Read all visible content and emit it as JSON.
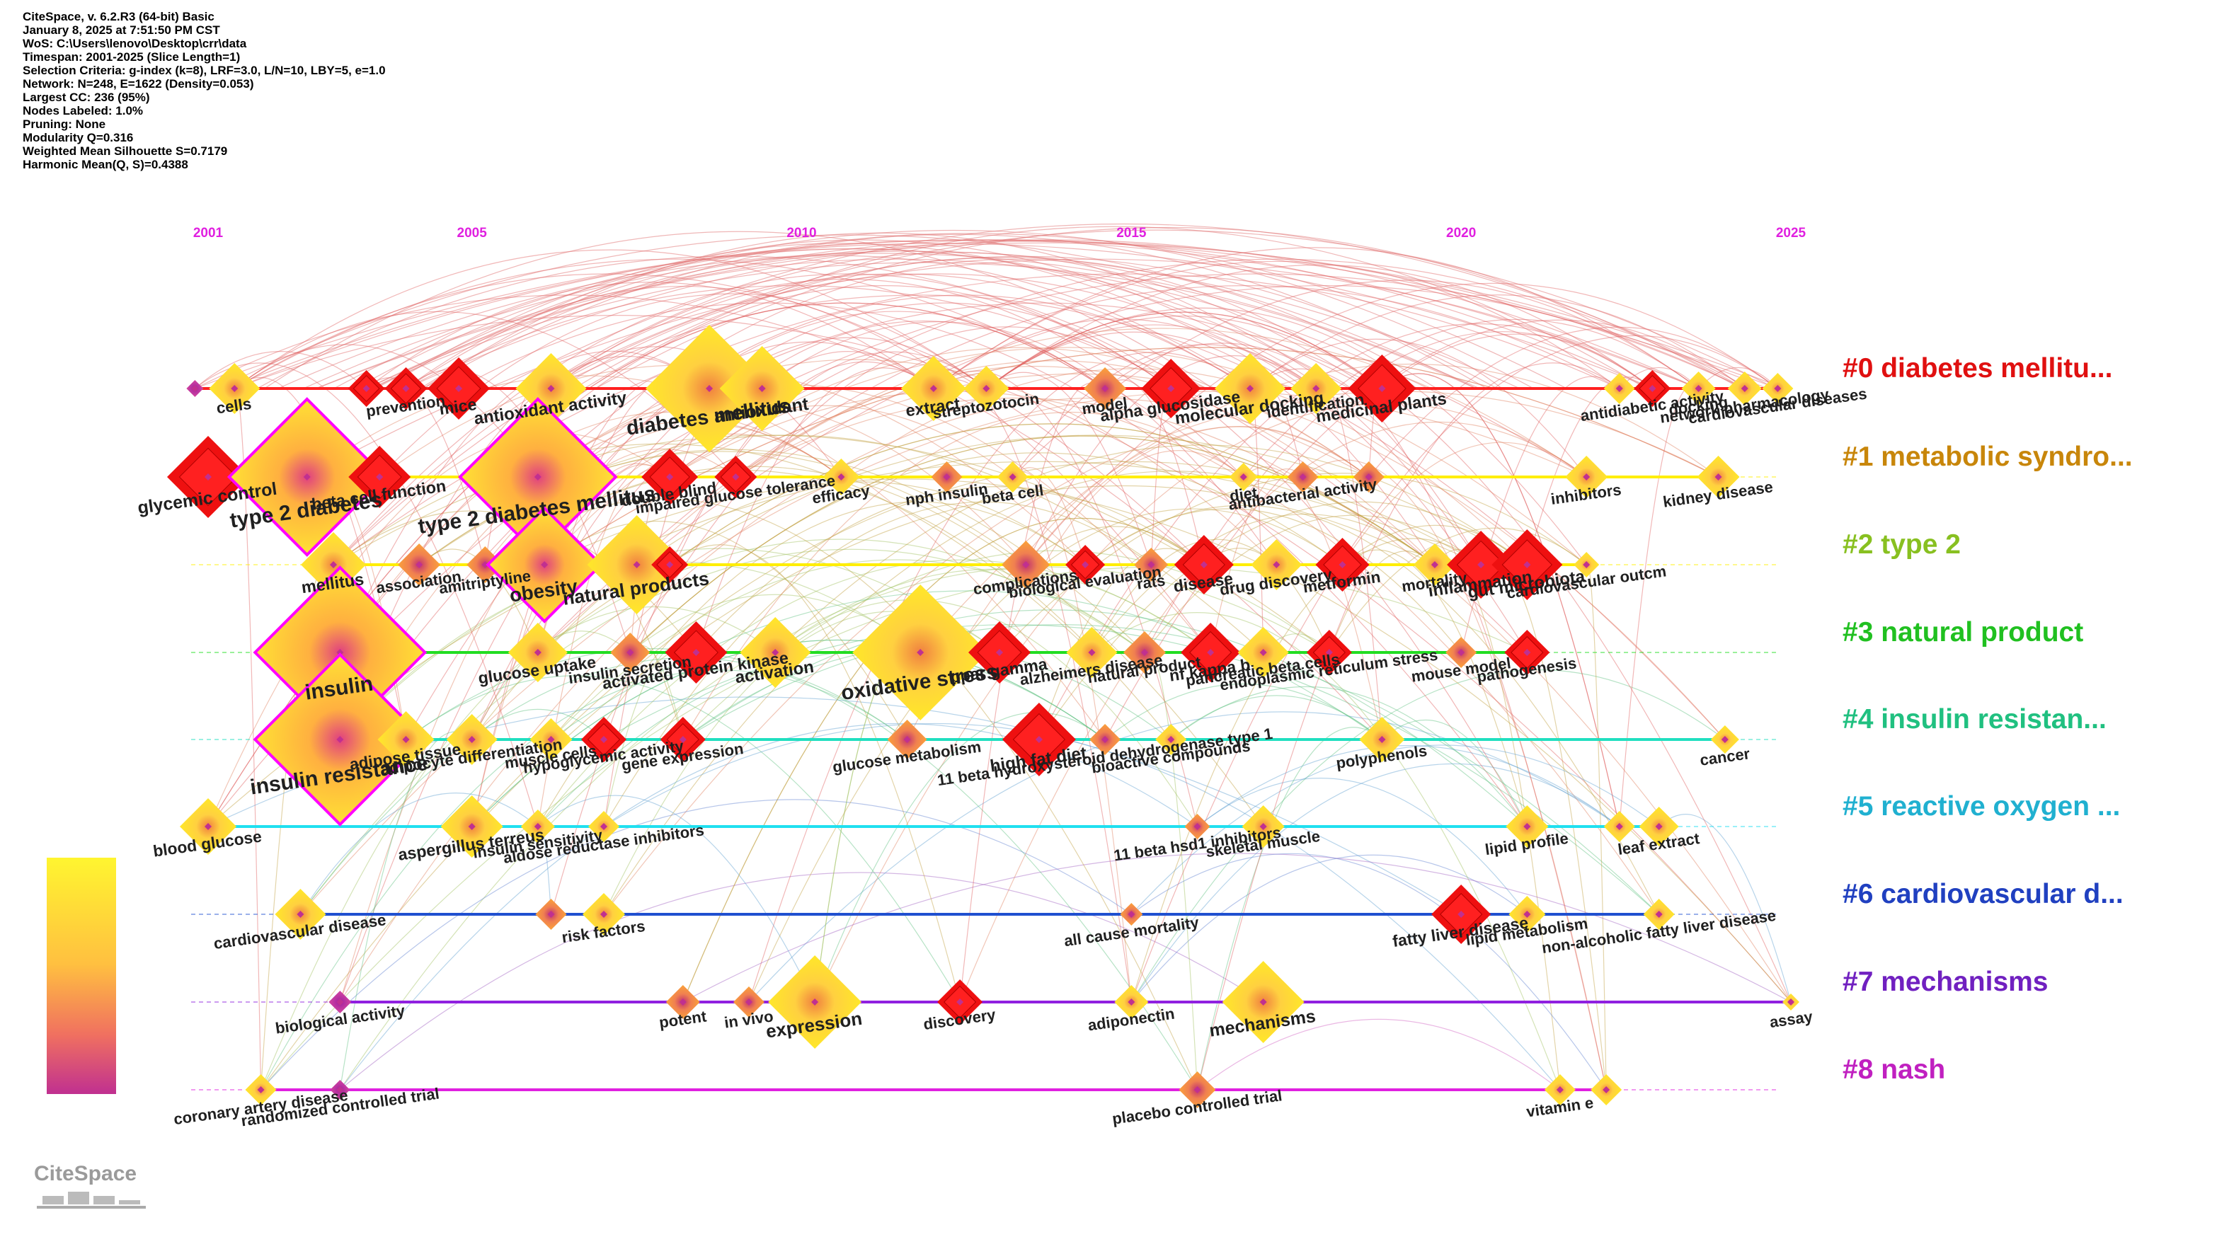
{
  "info_lines": [
    "CiteSpace, v. 6.2.R3 (64-bit) Basic",
    "January 8, 2025 at 7:51:50 PM CST",
    "WoS: C:\\Users\\lenovo\\Desktop\\crr\\data",
    "Timespan: 2001-2025 (Slice Length=1)",
    "Selection Criteria: g-index (k=8), LRF=3.0, L/N=10, LBY=5, e=1.0",
    "Network: N=248, E=1622 (Density=0.053)",
    "Largest CC: 236 (95%)",
    "Nodes Labeled: 1.0%",
    "Pruning: None",
    "Modularity Q=0.316",
    "Weighted Mean Silhouette S=0.7179",
    "Harmonic Mean(Q, S)=0.4388"
  ],
  "years": [
    "2001",
    "2005",
    "2010",
    "2015",
    "2020",
    "2025"
  ],
  "logo_text": "CiteSpace",
  "clusters": [
    {
      "label": "#0 diabetes mellitu...",
      "color": "#e01010",
      "line": "#ff2020"
    },
    {
      "label": "#1 metabolic syndro...",
      "color": "#c8860a",
      "line": "#ffee00"
    },
    {
      "label": "#2 type 2",
      "color": "#88c020",
      "line": "#ffee00"
    },
    {
      "label": "#3 natural product",
      "color": "#20c020",
      "line": "#22dd22"
    },
    {
      "label": "#4 insulin resistan...",
      "color": "#20c080",
      "line": "#20dfc0"
    },
    {
      "label": "#5 reactive oxygen ...",
      "color": "#20b0d0",
      "line": "#20e0f0"
    },
    {
      "label": "#6 cardiovascular d...",
      "color": "#2040c0",
      "line": "#2050d0"
    },
    {
      "label": "#7 mechanisms",
      "color": "#7020c0",
      "line": "#9020e0"
    },
    {
      "label": "#8 nash",
      "color": "#c020c0",
      "line": "#e020e0"
    }
  ],
  "nodes": [
    {
      "c": 0,
      "year": 2001.4,
      "size": 36,
      "label": "cells",
      "color": "yellow"
    },
    {
      "c": 0,
      "year": 2000.8,
      "size": 12,
      "label": "",
      "color": "purple"
    },
    {
      "c": 0,
      "year": 2003.4,
      "size": 26,
      "label": "",
      "color": "red"
    },
    {
      "c": 0,
      "year": 2004.0,
      "size": 30,
      "label": "prevention",
      "color": "red"
    },
    {
      "c": 0,
      "year": 2004.8,
      "size": 44,
      "label": "mice",
      "color": "red"
    },
    {
      "c": 0,
      "year": 2006.2,
      "size": 50,
      "label": "antioxidant activity",
      "color": "yellow"
    },
    {
      "c": 0,
      "year": 2008.6,
      "size": 90,
      "label": "diabetes mellitus",
      "color": "yellow"
    },
    {
      "c": 0,
      "year": 2009.4,
      "size": 60,
      "label": "antioxidant",
      "color": "yellow"
    },
    {
      "c": 0,
      "year": 2012.0,
      "size": 46,
      "label": "extract",
      "color": "yellow"
    },
    {
      "c": 0,
      "year": 2012.8,
      "size": 32,
      "label": "streptozotocin",
      "color": "yellow"
    },
    {
      "c": 0,
      "year": 2014.6,
      "size": 30,
      "label": "model",
      "color": "orange"
    },
    {
      "c": 0,
      "year": 2015.6,
      "size": 42,
      "label": "alpha glucosidase",
      "color": "red"
    },
    {
      "c": 0,
      "year": 2016.8,
      "size": 50,
      "label": "molecular docking",
      "color": "yellow"
    },
    {
      "c": 0,
      "year": 2017.8,
      "size": 36,
      "label": "identification",
      "color": "yellow"
    },
    {
      "c": 0,
      "year": 2018.8,
      "size": 48,
      "label": "medicinal plants",
      "color": "red"
    },
    {
      "c": 0,
      "year": 2022.4,
      "size": 22,
      "label": "",
      "color": "yellow"
    },
    {
      "c": 0,
      "year": 2022.9,
      "size": 26,
      "label": "antidiabetic activity",
      "color": "red"
    },
    {
      "c": 0,
      "year": 2023.6,
      "size": 24,
      "label": "docking",
      "color": "yellow"
    },
    {
      "c": 0,
      "year": 2024.3,
      "size": 24,
      "label": "network pharmacology",
      "color": "yellow"
    },
    {
      "c": 0,
      "year": 2024.8,
      "size": 22,
      "label": "cardiovascular diseases",
      "color": "yellow"
    },
    {
      "c": 1,
      "year": 2001.0,
      "size": 58,
      "label": "glycemic control",
      "color": "red"
    },
    {
      "c": 1,
      "year": 2002.5,
      "size": 110,
      "label": "type 2 diabetes",
      "color": "magenta"
    },
    {
      "c": 1,
      "year": 2003.6,
      "size": 44,
      "label": "beta cell function",
      "color": "red"
    },
    {
      "c": 1,
      "year": 2006.0,
      "size": 110,
      "label": "type 2 diabetes mellitus",
      "color": "magenta"
    },
    {
      "c": 1,
      "year": 2008.0,
      "size": 40,
      "label": "double blind",
      "color": "red"
    },
    {
      "c": 1,
      "year": 2009.0,
      "size": 30,
      "label": "impaired glucose tolerance",
      "color": "red"
    },
    {
      "c": 1,
      "year": 2010.6,
      "size": 26,
      "label": "efficacy",
      "color": "yellow"
    },
    {
      "c": 1,
      "year": 2012.2,
      "size": 22,
      "label": "nph insulin",
      "color": "orange"
    },
    {
      "c": 1,
      "year": 2013.2,
      "size": 22,
      "label": "beta cell",
      "color": "yellow"
    },
    {
      "c": 1,
      "year": 2016.7,
      "size": 20,
      "label": "diet",
      "color": "yellow"
    },
    {
      "c": 1,
      "year": 2017.6,
      "size": 22,
      "label": "antibacterial activity",
      "color": "orange"
    },
    {
      "c": 1,
      "year": 2018.6,
      "size": 22,
      "label": "",
      "color": "orange"
    },
    {
      "c": 1,
      "year": 2021.9,
      "size": 30,
      "label": "inhibitors",
      "color": "yellow"
    },
    {
      "c": 1,
      "year": 2023.9,
      "size": 30,
      "label": "kidney disease",
      "color": "yellow"
    },
    {
      "c": 2,
      "year": 2002.9,
      "size": 46,
      "label": "mellitus",
      "color": "yellow"
    },
    {
      "c": 2,
      "year": 2004.2,
      "size": 30,
      "label": "association",
      "color": "orange"
    },
    {
      "c": 2,
      "year": 2005.2,
      "size": 26,
      "label": "amitriptyline",
      "color": "orange"
    },
    {
      "c": 2,
      "year": 2006.1,
      "size": 80,
      "label": "obesity",
      "color": "magenta"
    },
    {
      "c": 2,
      "year": 2007.5,
      "size": 70,
      "label": "natural products",
      "color": "yellow"
    },
    {
      "c": 2,
      "year": 2008.0,
      "size": 26,
      "label": "",
      "color": "red"
    },
    {
      "c": 2,
      "year": 2013.4,
      "size": 34,
      "label": "complications",
      "color": "orange"
    },
    {
      "c": 2,
      "year": 2014.3,
      "size": 28,
      "label": "biological evaluation",
      "color": "red"
    },
    {
      "c": 2,
      "year": 2015.3,
      "size": 24,
      "label": "rats",
      "color": "orange"
    },
    {
      "c": 2,
      "year": 2016.1,
      "size": 42,
      "label": "disease",
      "color": "red"
    },
    {
      "c": 2,
      "year": 2017.2,
      "size": 36,
      "label": "drug discovery",
      "color": "yellow"
    },
    {
      "c": 2,
      "year": 2018.2,
      "size": 38,
      "label": "metformin",
      "color": "red"
    },
    {
      "c": 2,
      "year": 2019.6,
      "size": 30,
      "label": "mortality",
      "color": "yellow"
    },
    {
      "c": 2,
      "year": 2020.3,
      "size": 48,
      "label": "inflammation",
      "color": "red"
    },
    {
      "c": 2,
      "year": 2021.0,
      "size": 50,
      "label": "gut microbiota",
      "color": "red"
    },
    {
      "c": 2,
      "year": 2021.9,
      "size": 18,
      "label": "cardiovascular outcm",
      "color": "yellow"
    },
    {
      "c": 3,
      "year": 2003.0,
      "size": 120,
      "label": "insulin",
      "color": "magenta"
    },
    {
      "c": 3,
      "year": 2006.0,
      "size": 42,
      "label": "glucose uptake",
      "color": "yellow"
    },
    {
      "c": 3,
      "year": 2007.4,
      "size": 28,
      "label": "insulin secretion",
      "color": "orange"
    },
    {
      "c": 3,
      "year": 2008.4,
      "size": 44,
      "label": "activated protein kinase",
      "color": "red"
    },
    {
      "c": 3,
      "year": 2009.6,
      "size": 50,
      "label": "activation",
      "color": "yellow"
    },
    {
      "c": 3,
      "year": 2011.8,
      "size": 96,
      "label": "oxidative stress",
      "color": "yellow"
    },
    {
      "c": 3,
      "year": 2013.0,
      "size": 44,
      "label": "ppar gamma",
      "color": "red"
    },
    {
      "c": 3,
      "year": 2014.4,
      "size": 36,
      "label": "alzheimers disease",
      "color": "yellow"
    },
    {
      "c": 3,
      "year": 2015.2,
      "size": 30,
      "label": "natural product",
      "color": "orange"
    },
    {
      "c": 3,
      "year": 2016.2,
      "size": 42,
      "label": "nf kappa b",
      "color": "red"
    },
    {
      "c": 3,
      "year": 2017.0,
      "size": 36,
      "label": "pancreatic beta cells",
      "color": "yellow"
    },
    {
      "c": 3,
      "year": 2018.0,
      "size": 32,
      "label": "endoplasmic reticulum stress",
      "color": "red"
    },
    {
      "c": 3,
      "year": 2020.0,
      "size": 22,
      "label": "mouse model",
      "color": "orange"
    },
    {
      "c": 3,
      "year": 2021.0,
      "size": 32,
      "label": "pathogenesis",
      "color": "red"
    },
    {
      "c": 4,
      "year": 2003.0,
      "size": 120,
      "label": "insulin resistance",
      "color": "magenta"
    },
    {
      "c": 4,
      "year": 2004.0,
      "size": 40,
      "label": "adipose tissue",
      "color": "yellow"
    },
    {
      "c": 4,
      "year": 2005.0,
      "size": 36,
      "label": "adipocyte differentiation",
      "color": "yellow"
    },
    {
      "c": 4,
      "year": 2006.2,
      "size": 30,
      "label": "muscle cells",
      "color": "yellow"
    },
    {
      "c": 4,
      "year": 2007.0,
      "size": 32,
      "label": "hypoglycemic activity",
      "color": "red"
    },
    {
      "c": 4,
      "year": 2008.2,
      "size": 32,
      "label": "gene expression",
      "color": "red"
    },
    {
      "c": 4,
      "year": 2011.6,
      "size": 28,
      "label": "glucose metabolism",
      "color": "orange"
    },
    {
      "c": 4,
      "year": 2013.6,
      "size": 52,
      "label": "high fat diet",
      "color": "red"
    },
    {
      "c": 4,
      "year": 2014.6,
      "size": 22,
      "label": "11 beta hydroxysteroid dehydrogenase type 1",
      "color": "orange"
    },
    {
      "c": 4,
      "year": 2015.6,
      "size": 22,
      "label": "bioactive compounds",
      "color": "yellow"
    },
    {
      "c": 4,
      "year": 2018.8,
      "size": 32,
      "label": "polyphenols",
      "color": "yellow"
    },
    {
      "c": 4,
      "year": 2024.0,
      "size": 20,
      "label": "cancer",
      "color": "yellow"
    },
    {
      "c": 5,
      "year": 2001.0,
      "size": 40,
      "label": "blood glucose",
      "color": "yellow"
    },
    {
      "c": 5,
      "year": 2005.0,
      "size": 44,
      "label": "aspergillus terreus",
      "color": "yellow"
    },
    {
      "c": 5,
      "year": 2006.0,
      "size": 24,
      "label": "insulin sensitivity",
      "color": "yellow"
    },
    {
      "c": 5,
      "year": 2007.0,
      "size": 22,
      "label": "aldose reductase inhibitors",
      "color": "yellow"
    },
    {
      "c": 5,
      "year": 2016.0,
      "size": 18,
      "label": "11 beta hsd1 inhibitors",
      "color": "orange"
    },
    {
      "c": 5,
      "year": 2017.0,
      "size": 30,
      "label": "skeletal muscle",
      "color": "yellow"
    },
    {
      "c": 5,
      "year": 2021.0,
      "size": 30,
      "label": "lipid profile",
      "color": "yellow"
    },
    {
      "c": 5,
      "year": 2022.4,
      "size": 22,
      "label": "",
      "color": "yellow"
    },
    {
      "c": 5,
      "year": 2023.0,
      "size": 28,
      "label": "leaf extract",
      "color": "yellow"
    },
    {
      "c": 6,
      "year": 2002.4,
      "size": 36,
      "label": "cardiovascular disease",
      "color": "yellow"
    },
    {
      "c": 6,
      "year": 2006.2,
      "size": 22,
      "label": "",
      "color": "orange"
    },
    {
      "c": 6,
      "year": 2007.0,
      "size": 30,
      "label": "risk factors",
      "color": "yellow"
    },
    {
      "c": 6,
      "year": 2015.0,
      "size": 16,
      "label": "all cause mortality",
      "color": "orange"
    },
    {
      "c": 6,
      "year": 2020.0,
      "size": 42,
      "label": "fatty liver disease",
      "color": "red"
    },
    {
      "c": 6,
      "year": 2021.0,
      "size": 26,
      "label": "lipid metabolism",
      "color": "yellow"
    },
    {
      "c": 6,
      "year": 2023.0,
      "size": 22,
      "label": "non-alcoholic fatty liver disease",
      "color": "yellow"
    },
    {
      "c": 7,
      "year": 2003.0,
      "size": 16,
      "label": "biological activity",
      "color": "purple"
    },
    {
      "c": 7,
      "year": 2008.2,
      "size": 24,
      "label": "potent",
      "color": "orange"
    },
    {
      "c": 7,
      "year": 2009.2,
      "size": 22,
      "label": "in vivo",
      "color": "orange"
    },
    {
      "c": 7,
      "year": 2010.2,
      "size": 66,
      "label": "expression",
      "color": "yellow"
    },
    {
      "c": 7,
      "year": 2012.4,
      "size": 32,
      "label": "discovery",
      "color": "red"
    },
    {
      "c": 7,
      "year": 2015.0,
      "size": 24,
      "label": "adiponectin",
      "color": "yellow"
    },
    {
      "c": 7,
      "year": 2017.0,
      "size": 58,
      "label": "mechanisms",
      "color": "yellow"
    },
    {
      "c": 7,
      "year": 2025.0,
      "size": 12,
      "label": "assay",
      "color": "yellow"
    },
    {
      "c": 8,
      "year": 2001.8,
      "size": 22,
      "label": "coronary artery disease",
      "color": "yellow"
    },
    {
      "c": 8,
      "year": 2003.0,
      "size": 14,
      "label": "randomized controlled trial",
      "color": "purple"
    },
    {
      "c": 8,
      "year": 2016.0,
      "size": 26,
      "label": "placebo controlled trial",
      "color": "orange"
    },
    {
      "c": 8,
      "year": 2021.5,
      "size": 22,
      "label": "vitamin e",
      "color": "yellow"
    },
    {
      "c": 8,
      "year": 2022.2,
      "size": 22,
      "label": "",
      "color": "yellow"
    }
  ]
}
